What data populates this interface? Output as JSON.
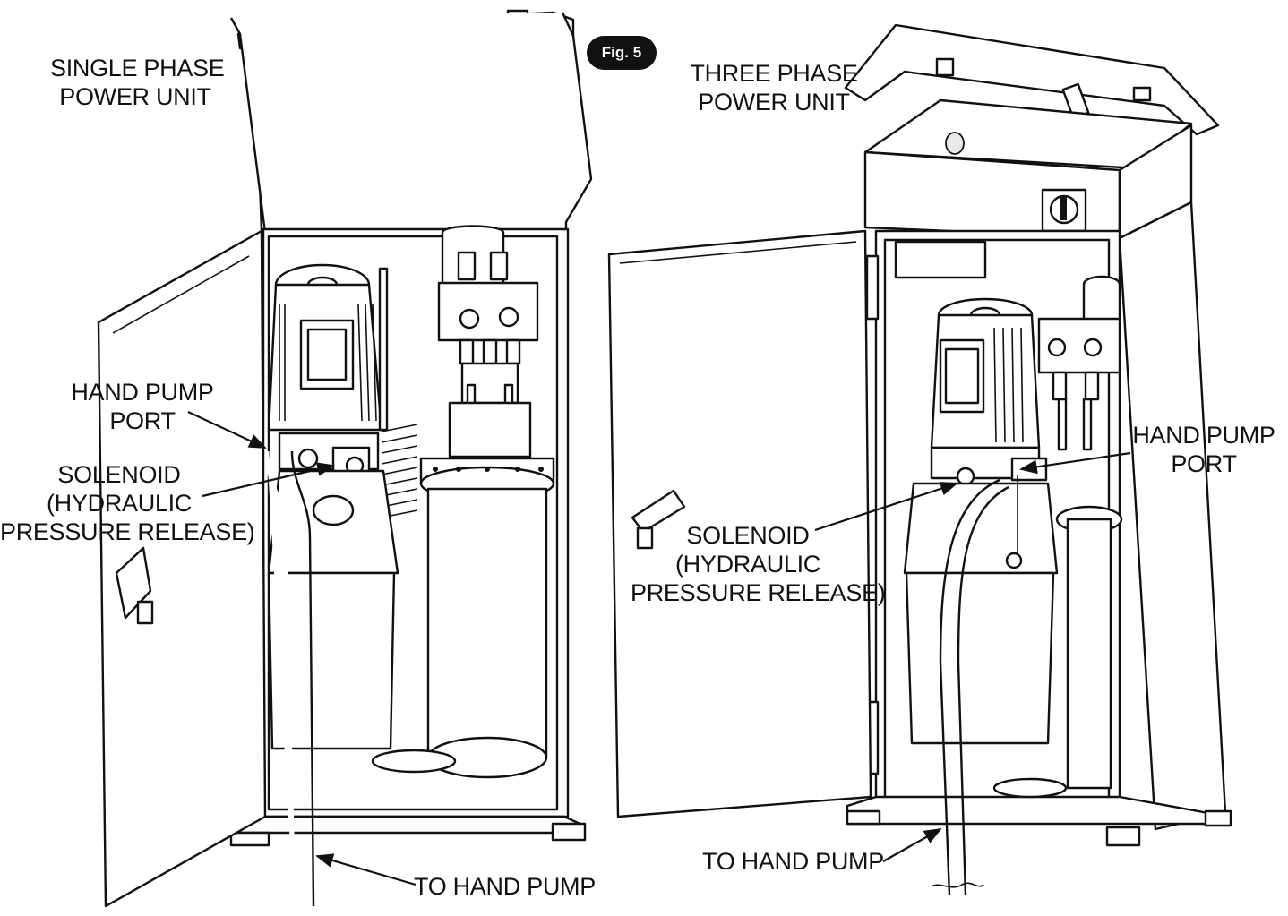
{
  "figure_label": "Fig. 5",
  "labels": {
    "single_phase": [
      "SINGLE PHASE",
      "POWER UNIT"
    ],
    "three_phase": [
      "THREE PHASE",
      "POWER UNIT"
    ],
    "left_hand_pump_port": [
      "HAND PUMP",
      "PORT"
    ],
    "left_solenoid": [
      "SOLENOID",
      "(HYDRAULIC",
      "PRESSURE RELEASE)"
    ],
    "left_to_hand_pump": "TO HAND PUMP",
    "right_hand_pump_port": [
      "HAND PUMP",
      "PORT"
    ],
    "right_solenoid": [
      "SOLENOID",
      "(HYDRAULIC",
      "PRESSURE RELEASE)"
    ],
    "right_to_hand_pump": "TO HAND PUMP"
  },
  "colors": {
    "line": "#111111",
    "background": "#ffffff",
    "badge": "#111111"
  }
}
